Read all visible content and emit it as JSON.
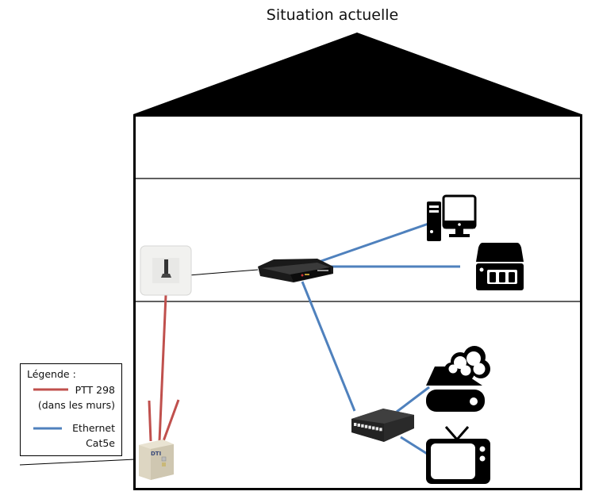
{
  "title": "Situation actuelle",
  "legend": {
    "heading": "Légende :",
    "items": [
      {
        "label_line1": "PTT 298",
        "label_line2": "(dans les murs)",
        "color": "#c0504d",
        "kind": "ptt"
      },
      {
        "label_line1": "Ethernet",
        "label_line2": "Cat5e",
        "color": "#4f81bd",
        "kind": "ethernet"
      }
    ]
  },
  "devices": {
    "dti": {
      "name": "DTI",
      "label": "DTI"
    },
    "wall_socket": {
      "name": "wall-phone-socket"
    },
    "router": {
      "name": "internet-box-router"
    },
    "computer": {
      "name": "desktop-computer"
    },
    "nas": {
      "name": "nas-storage"
    },
    "cloud_drive": {
      "name": "cloud-storage-drive"
    },
    "switch": {
      "name": "ethernet-switch",
      "ports": 8
    },
    "tv": {
      "name": "television"
    }
  },
  "colors": {
    "ptt": "#c0504d",
    "ethernet": "#4f81bd",
    "outline": "#000000"
  }
}
